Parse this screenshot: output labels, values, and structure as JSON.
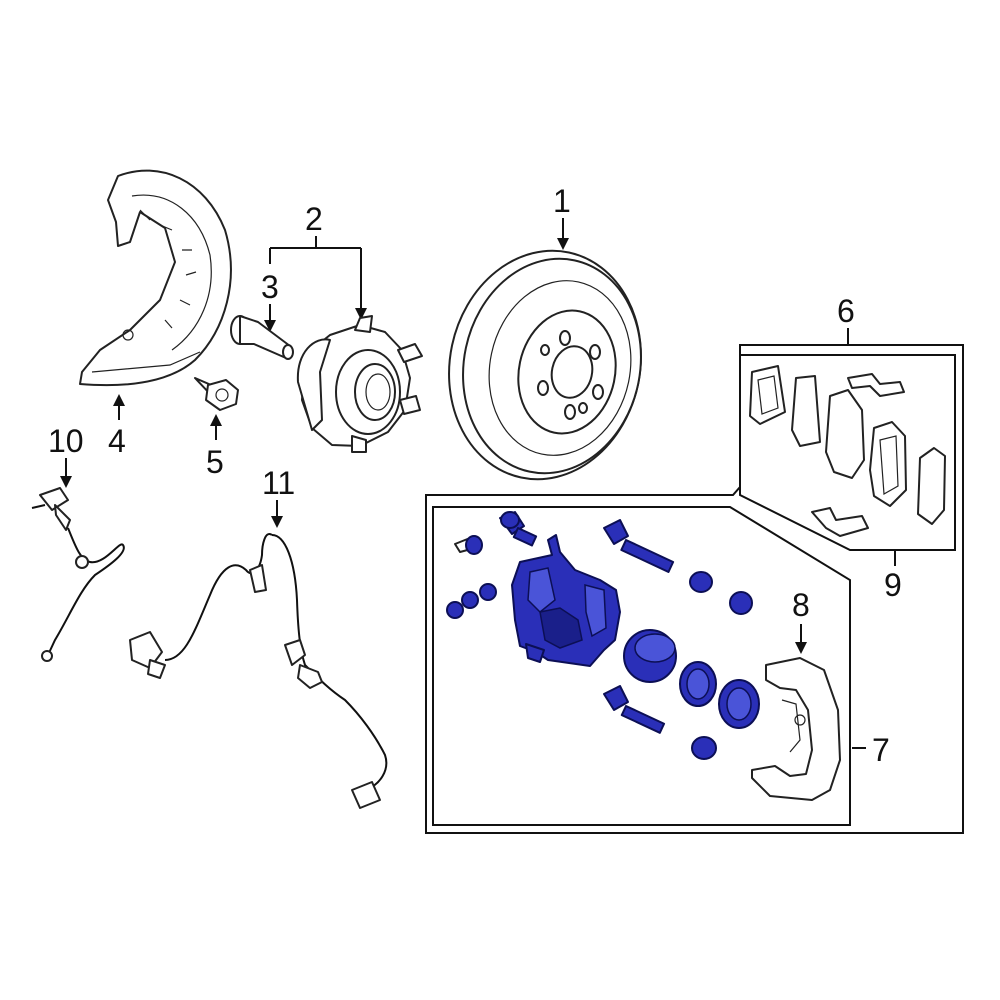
{
  "callouts": {
    "c1": "1",
    "c2": "2",
    "c3": "3",
    "c4": "4",
    "c5": "5",
    "c6": "6",
    "c7": "7",
    "c8": "8",
    "c9": "9",
    "c10": "10",
    "c11": "11"
  },
  "colors": {
    "highlight": "#2a2fb8",
    "line": "#111111",
    "background": "#ffffff"
  }
}
